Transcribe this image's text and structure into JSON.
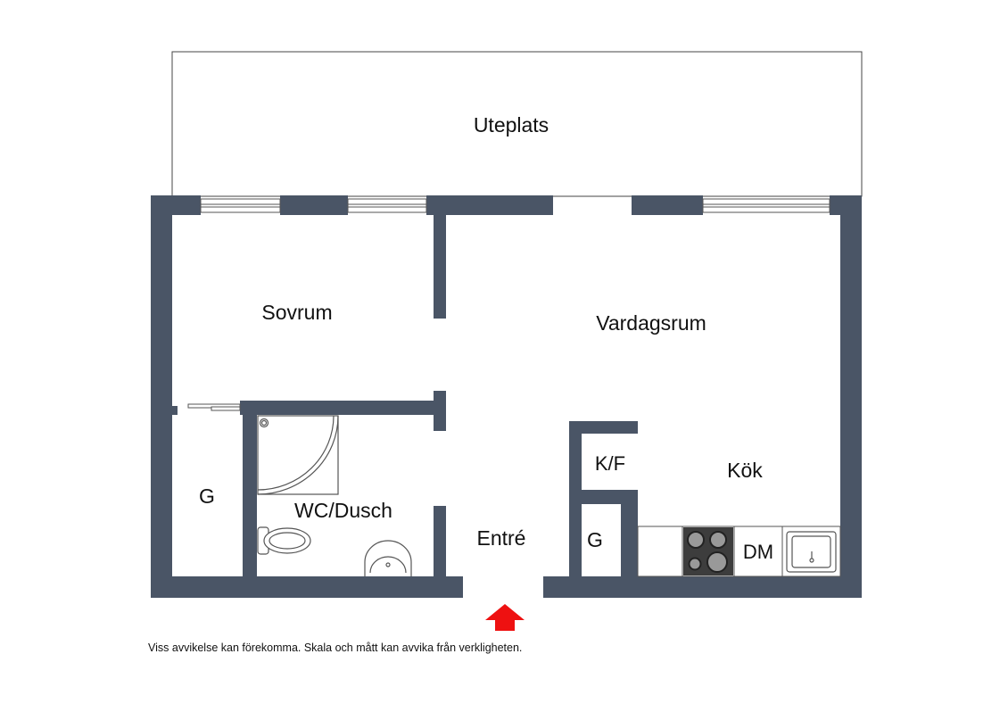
{
  "rooms": {
    "uteplats": "Uteplats",
    "sovrum": "Sovrum",
    "vardagsrum": "Vardagsrum",
    "kok": "Kök",
    "kf": "K/F",
    "wc_dusch": "WC/Dusch",
    "entre": "Entré",
    "g_left": "G",
    "g_middle": "G",
    "dm": "DM"
  },
  "disclaimer": "Viss avvikelse kan förekomma. Skala och mått kan avvika från verkligheten.",
  "colors": {
    "wall": "#4a5566",
    "entrance_arrow": "#ee1111",
    "line": "#444444"
  },
  "icons": {
    "entrance": "entrance-arrow-icon",
    "stove": "stove-icon",
    "sink": "kitchen-sink-icon",
    "toilet": "toilet-icon",
    "washbasin": "washbasin-icon",
    "shower": "shower-icon"
  }
}
